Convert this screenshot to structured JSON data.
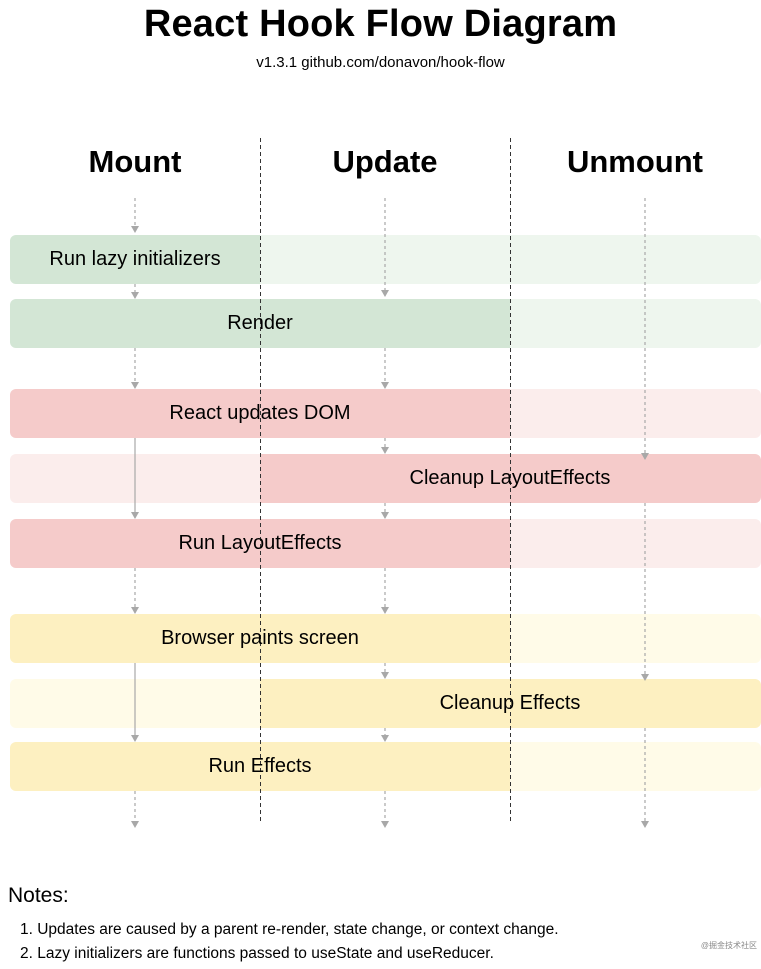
{
  "header": {
    "title": "React Hook Flow Diagram",
    "subtitle": "v1.3.1 github.com/donavon/hook-flow"
  },
  "columns": [
    "Mount",
    "Update",
    "Unmount"
  ],
  "colors": {
    "green_strong": "#d3e6d5",
    "green_light": "#eef6ee",
    "red_strong": "#f5cbca",
    "red_light": "#fbedec",
    "yellow_strong": "#fdf0c1",
    "yellow_light": "#fffbe8",
    "arrow": "#a8a8a8",
    "divider": "#333333"
  },
  "steps": [
    {
      "label": "Run lazy initializers",
      "color": "green",
      "active": [
        true,
        false,
        false
      ]
    },
    {
      "label": "Render",
      "color": "green",
      "active": [
        true,
        true,
        false
      ]
    },
    {
      "label": "React updates DOM",
      "color": "red",
      "active": [
        true,
        true,
        false
      ]
    },
    {
      "label": "Cleanup LayoutEffects",
      "color": "red",
      "active": [
        false,
        true,
        true
      ]
    },
    {
      "label": "Run LayoutEffects",
      "color": "red",
      "active": [
        true,
        true,
        false
      ]
    },
    {
      "label": "Browser paints screen",
      "color": "yellow",
      "active": [
        true,
        true,
        false
      ]
    },
    {
      "label": "Cleanup Effects",
      "color": "yellow",
      "active": [
        false,
        true,
        true
      ]
    },
    {
      "label": "Run Effects",
      "color": "yellow",
      "active": [
        true,
        true,
        false
      ]
    }
  ],
  "notes": {
    "title": "Notes:",
    "items": [
      "1. Updates are caused by a parent re-render, state change, or context change.",
      "2. Lazy initializers are functions passed to useState and useReducer."
    ]
  },
  "watermark": "@掘金技术社区"
}
